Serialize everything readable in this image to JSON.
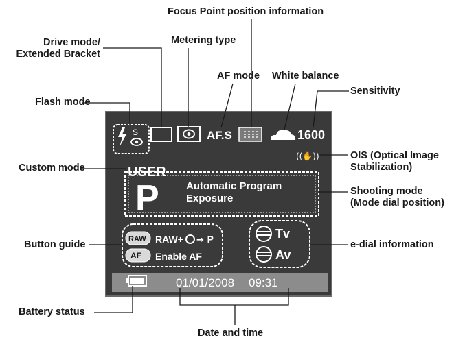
{
  "callouts": {
    "focus_point": "Focus Point position information",
    "drive_mode_1": "Drive mode/",
    "drive_mode_2": "Extended Bracket",
    "metering": "Metering type",
    "af_mode": "AF mode",
    "white_balance": "White balance",
    "sensitivity": "Sensitivity",
    "flash_mode": "Flash mode",
    "ois_1": "OIS (Optical Image",
    "ois_2": "Stabilization)",
    "custom_mode": "Custom mode",
    "shooting_mode_1": "Shooting mode",
    "shooting_mode_2": "(Mode dial position)",
    "button_guide": "Button guide",
    "edial": "e-dial information",
    "battery": "Battery status",
    "date_time": "Date and time"
  },
  "screen": {
    "flash_s": "S",
    "af_mode_value": "AF.S",
    "iso_value": "1600",
    "ois_symbol": "((✋))",
    "custom_label": "USER",
    "mode_letter": "P",
    "mode_desc_1": "Automatic Program",
    "mode_desc_2": "Exposure",
    "raw_badge": "RAW",
    "raw_text": "RAW+",
    "raw_arrow": "→ P",
    "af_badge": "AF",
    "af_text": "Enable AF",
    "tv_label": "Tv",
    "av_label": "Av",
    "date": "01/01/2008",
    "time": "09:31"
  },
  "icons": [
    "flash-icon",
    "red-eye-icon",
    "drive-mode-icon",
    "metering-icon",
    "focus-point-icon",
    "cloud-icon",
    "ois-hand-icon",
    "battery-icon",
    "e-dial-icon",
    "shutter-circle-icon"
  ],
  "colors": {
    "screen_bg": "#3a3a3a",
    "bottom_bar": "#8c8c8c",
    "screen_text": "#ffffff",
    "label_text": "#1a1a1a"
  }
}
